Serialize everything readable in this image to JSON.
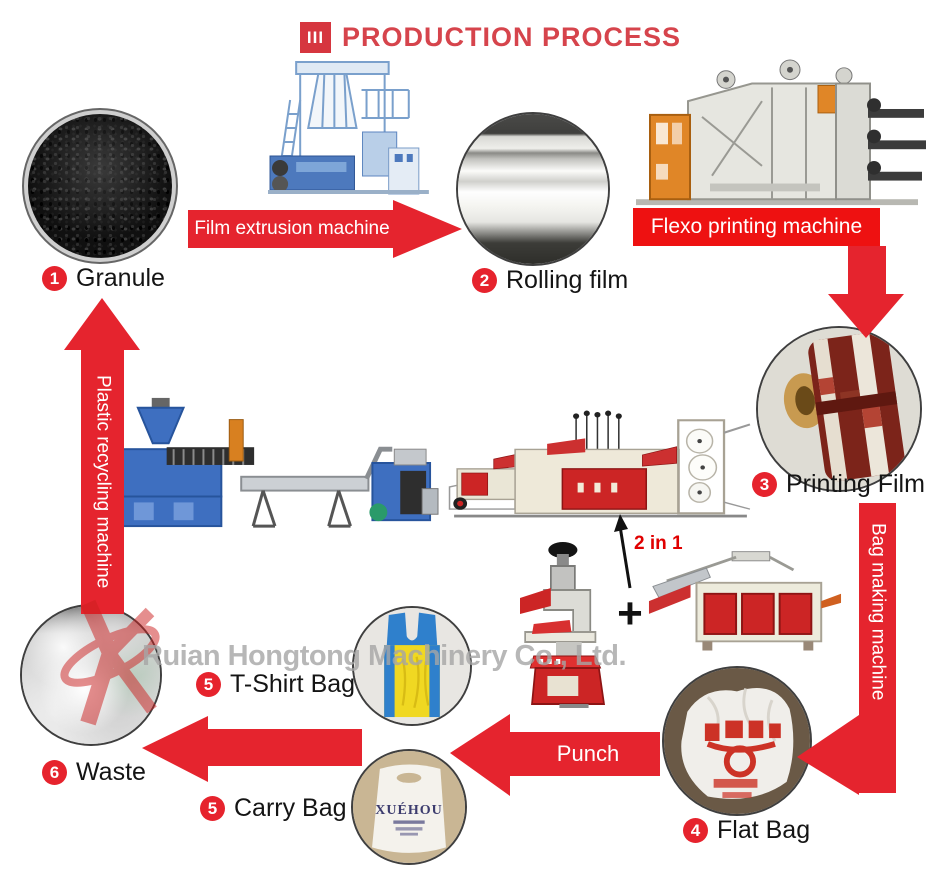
{
  "title": {
    "icon": "III",
    "text": "PRODUCTION PROCESS"
  },
  "watermark": {
    "text": "Ruian Hongtong Machinery Co., Ltd."
  },
  "steps": [
    {
      "num": "1",
      "label": "Granule"
    },
    {
      "num": "2",
      "label": "Rolling film"
    },
    {
      "num": "3",
      "label": "Printing Film"
    },
    {
      "num": "4",
      "label": "Flat Bag"
    },
    {
      "num": "5",
      "label": "T-Shirt Bag"
    },
    {
      "num": "5",
      "label": "Carry Bag"
    },
    {
      "num": "6",
      "label": "Waste"
    }
  ],
  "arrows": {
    "film_extrusion": "Film extrusion machine",
    "flexo_printing": "Flexo printing machine",
    "bag_making": "Bag making machine",
    "punch": "Punch",
    "plastic_recycling": "Plastic recycling machine"
  },
  "annotations": {
    "two_in_one": "2 in 1",
    "plus": "+"
  },
  "carry_bag": {
    "brand": "XUÉHOU"
  },
  "colors": {
    "arrow_red": "#e5242e",
    "flexo_label_red": "#ee1111",
    "title_red": "#d6444c",
    "badge_red": "#e6232d",
    "annotation_red": "#e00000",
    "watermark_gray": "#a6a6a6"
  }
}
